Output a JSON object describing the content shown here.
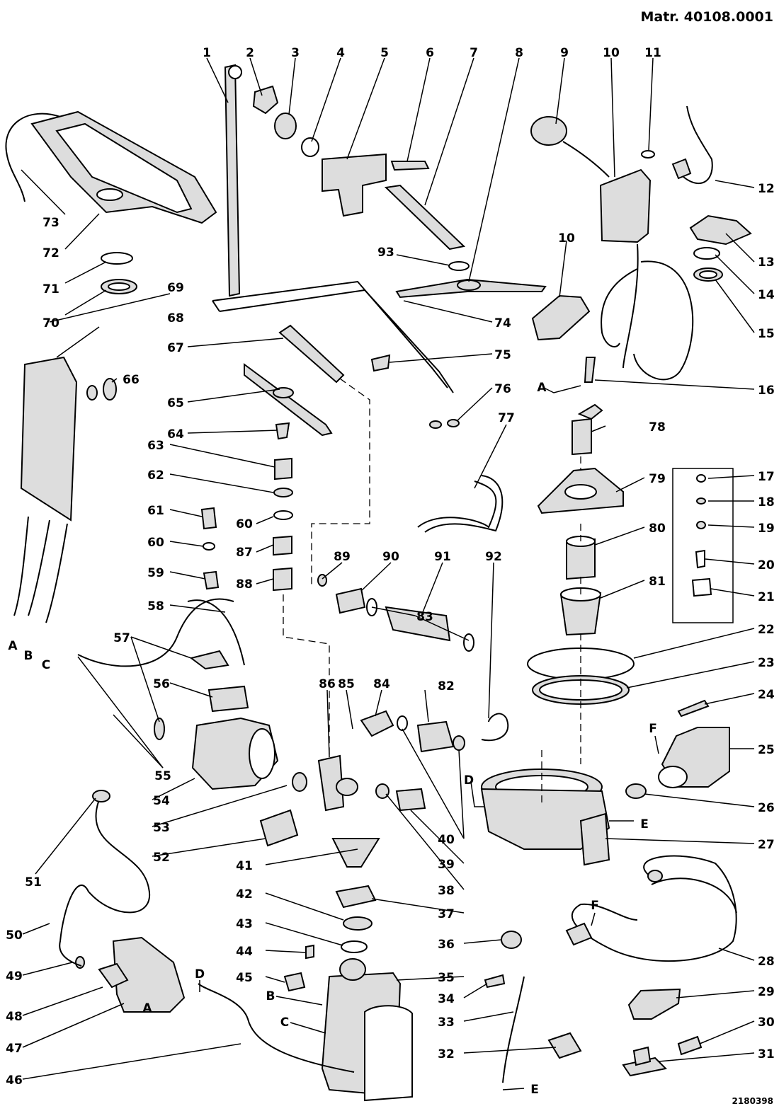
{
  "header": {
    "matr": "Matr. 40108.0001"
  },
  "footer": {
    "code": "2180398"
  },
  "labels": [
    "1",
    "2",
    "3",
    "4",
    "5",
    "6",
    "7",
    "8",
    "9",
    "10",
    "11",
    "12",
    "13",
    "14",
    "15",
    "16",
    "17",
    "18",
    "19",
    "20",
    "21",
    "22",
    "23",
    "24",
    "25",
    "26",
    "27",
    "28",
    "29",
    "30",
    "31",
    "32",
    "33",
    "34",
    "35",
    "36",
    "37",
    "38",
    "39",
    "40",
    "41",
    "42",
    "43",
    "44",
    "45",
    "46",
    "47",
    "48",
    "49",
    "50",
    "51",
    "52",
    "53",
    "54",
    "55",
    "56",
    "57",
    "58",
    "59",
    "60",
    "61",
    "62",
    "63",
    "64",
    "65",
    "66",
    "67",
    "68",
    "69",
    "70",
    "71",
    "72",
    "73",
    "74",
    "75",
    "76",
    "77",
    "78",
    "79",
    "80",
    "81",
    "82",
    "83",
    "84",
    "85",
    "86",
    "87",
    "88",
    "89",
    "90",
    "91",
    "92",
    "93"
  ],
  "connectors": [
    "A",
    "B",
    "C",
    "D",
    "E",
    "F"
  ]
}
